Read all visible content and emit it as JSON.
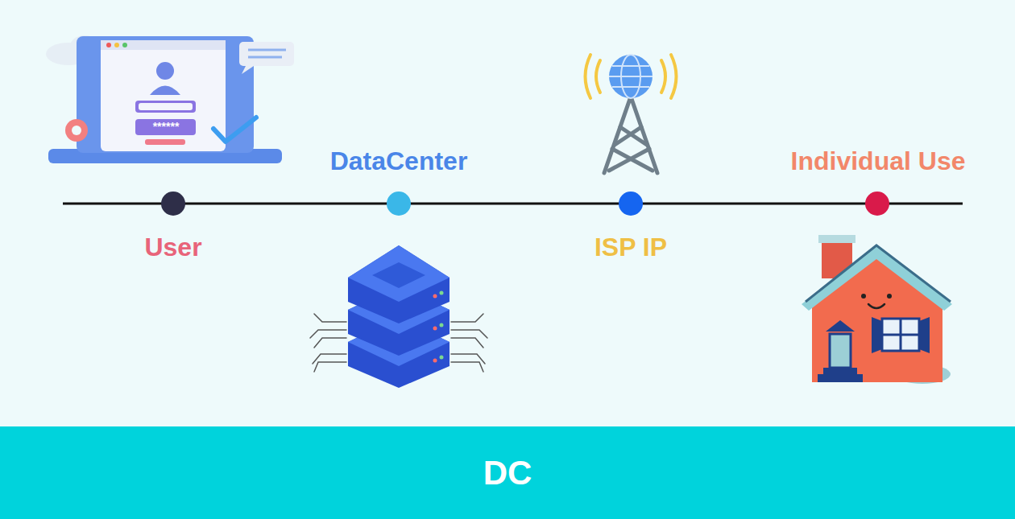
{
  "diagram": {
    "labels": [
      "******",
      "DataCenter",
      "Individual Use",
      "User",
      "ISP IP",
      "DC"
    ]
  }
}
